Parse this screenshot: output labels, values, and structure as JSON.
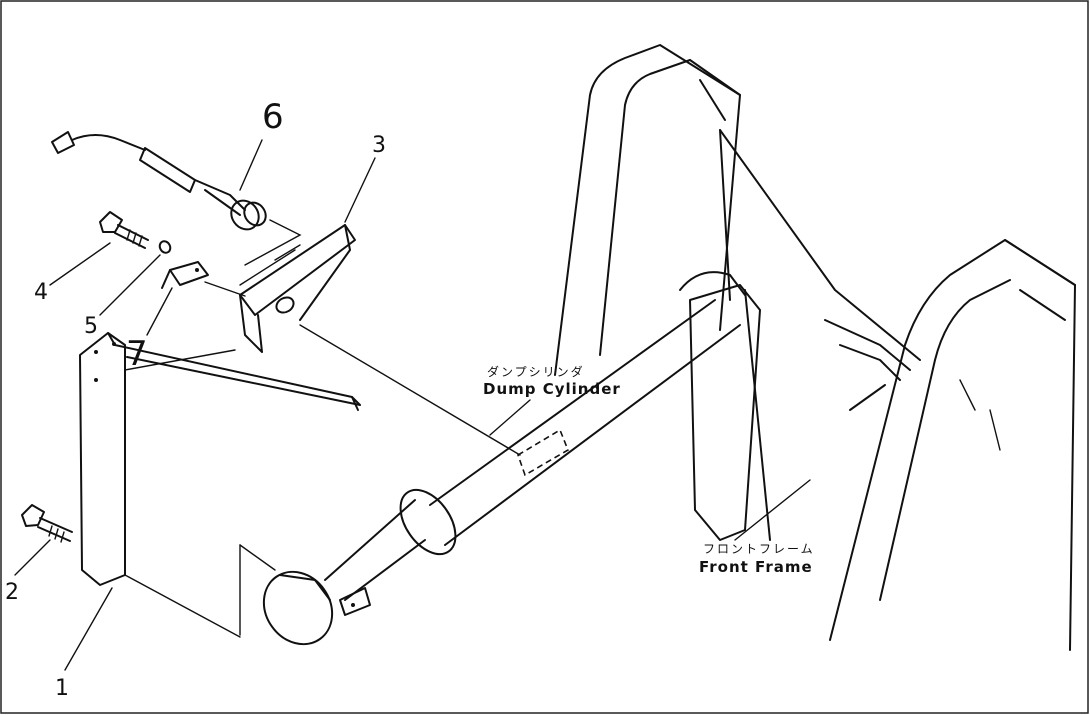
{
  "callouts": {
    "n1": "1",
    "n2": "2",
    "n3": "3",
    "n4": "4",
    "n5": "5",
    "n6": "6",
    "n7": "7"
  },
  "labels": {
    "dump_cylinder_jp": "ダンプシリンダ",
    "dump_cylinder_en": "Dump Cylinder",
    "front_frame_jp": "フロントフレーム",
    "front_frame_en": "Front Frame"
  }
}
